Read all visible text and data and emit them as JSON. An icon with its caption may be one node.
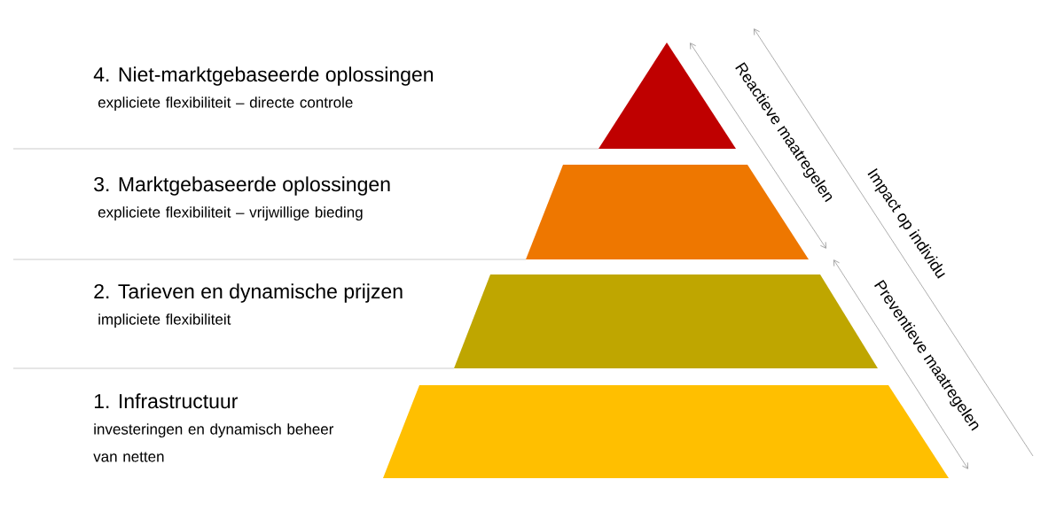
{
  "diagram": {
    "nodes": [
      {
        "text": [],
        "shape": "triangle"
      },
      {
        "text": [],
        "shape": "trapezoid"
      },
      {
        "text": [],
        "shape": "trapezoid"
      },
      {
        "text": [],
        "shape": "trapezoid"
      }
    ],
    "labels": [
      "4. Niet-marktgebaseerde oplossingen",
      "expliciete flexibiliteit – directe controle",
      "3. Marktgebaseerde oplossingen",
      "expliciete flexibiliteit – vrijwillige bieding",
      "2. Tarieven en dynamische prijzen",
      "impliciete flexibiliteit",
      "1. Infrastructuur",
      "investeringen en dynamisch beheer van netten",
      "Reactieve maatregelen",
      "Impact op individu",
      "Preventieve maatregelen"
    ]
  }
}
